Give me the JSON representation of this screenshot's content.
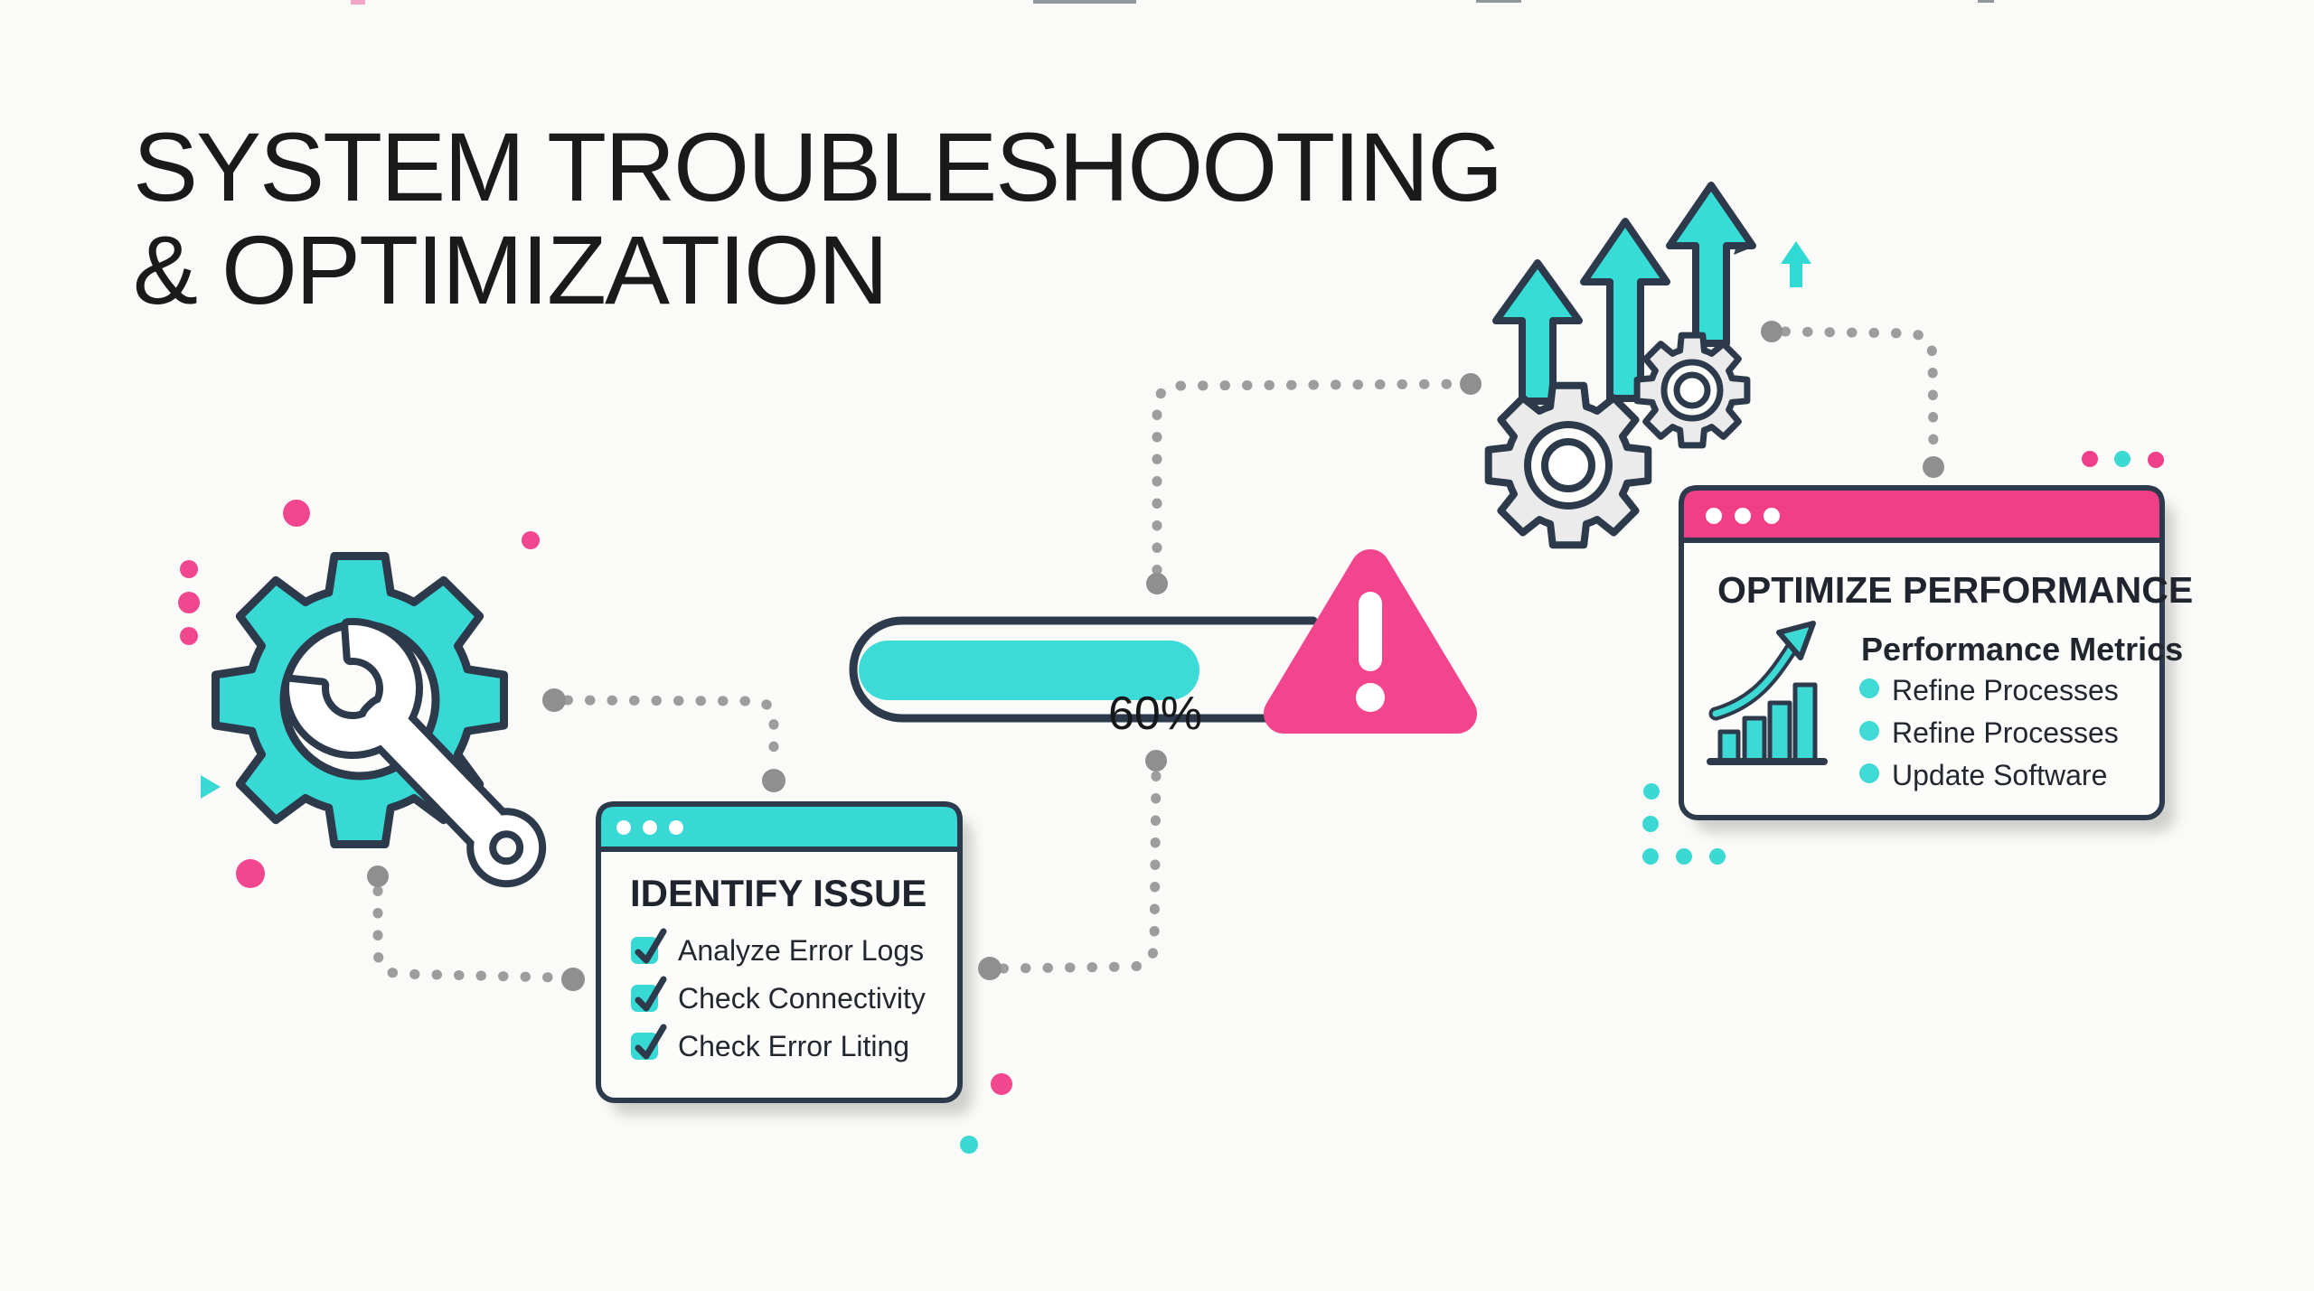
{
  "page": {
    "background": "#FAFAF8"
  },
  "header": {
    "title_line1": "SYSTEM TROUBLESHOOTING",
    "title_line2": "& OPTIMIZATION"
  },
  "identify_card": {
    "title": "IDENTIFY ISSUE",
    "items": [
      "Analyze Error Logs",
      "Check Connectivity",
      "Check Error Liting"
    ],
    "items_checked": [
      true,
      true,
      true
    ]
  },
  "progress_bar": {
    "percent": 60,
    "label": "60%"
  },
  "optimize_card": {
    "title": "OPTIMIZE PERFORMANCE",
    "subtitle": "Performance Metrics",
    "items": [
      "Refine Processes",
      "Refine Processes",
      "Update Software"
    ]
  },
  "icons": {
    "left": "gear-wrench-icon",
    "alert": "warning-triangle-icon",
    "top_right_arrows": "up-arrows-icon",
    "top_right_gears": "gears-icon",
    "optimize_chart": "growth-chart-icon",
    "checklist": "checkbox-check-icon",
    "window_controls": "window-dots-icon"
  },
  "colors": {
    "teal": "#38D9D4",
    "pink": "#F0458D",
    "outline_navy": "#2C3A4B",
    "connector_gray": "#9D9D9D",
    "text_dark": "#1B1F27",
    "card_bg": "#FCFCFA",
    "gear_gray": "#EBEBEB"
  }
}
